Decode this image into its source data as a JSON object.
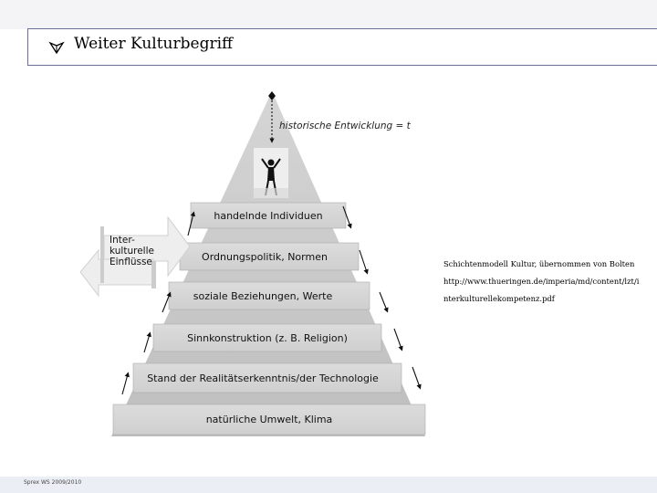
{
  "slide": {
    "title": "Weiter Kulturbegriff",
    "bullet_icon": "check-arrow-icon"
  },
  "figure": {
    "side_label": [
      "Inter-",
      "kulturelle",
      "Einflüsse"
    ],
    "history_label": "historische Entwicklung = t",
    "layers": [
      "handelnde Individuen",
      "Ordnungspolitik, Normen",
      "soziale Beziehungen, Werte",
      "Sinnkonstruktion (z. B. Religion)",
      "Stand der Realitätserkenntnis/der Technologie",
      "natürliche Umwelt, Klima"
    ]
  },
  "caption": {
    "lines": [
      "Schichtenmodell Kultur, übernommen von Bolten",
      "http://www.thueringen.de/imperia/md/content/lzt/i",
      "nterkulturellekompetenz.pdf"
    ]
  },
  "footer": {
    "text": "Sprex WS 2009/2010"
  }
}
